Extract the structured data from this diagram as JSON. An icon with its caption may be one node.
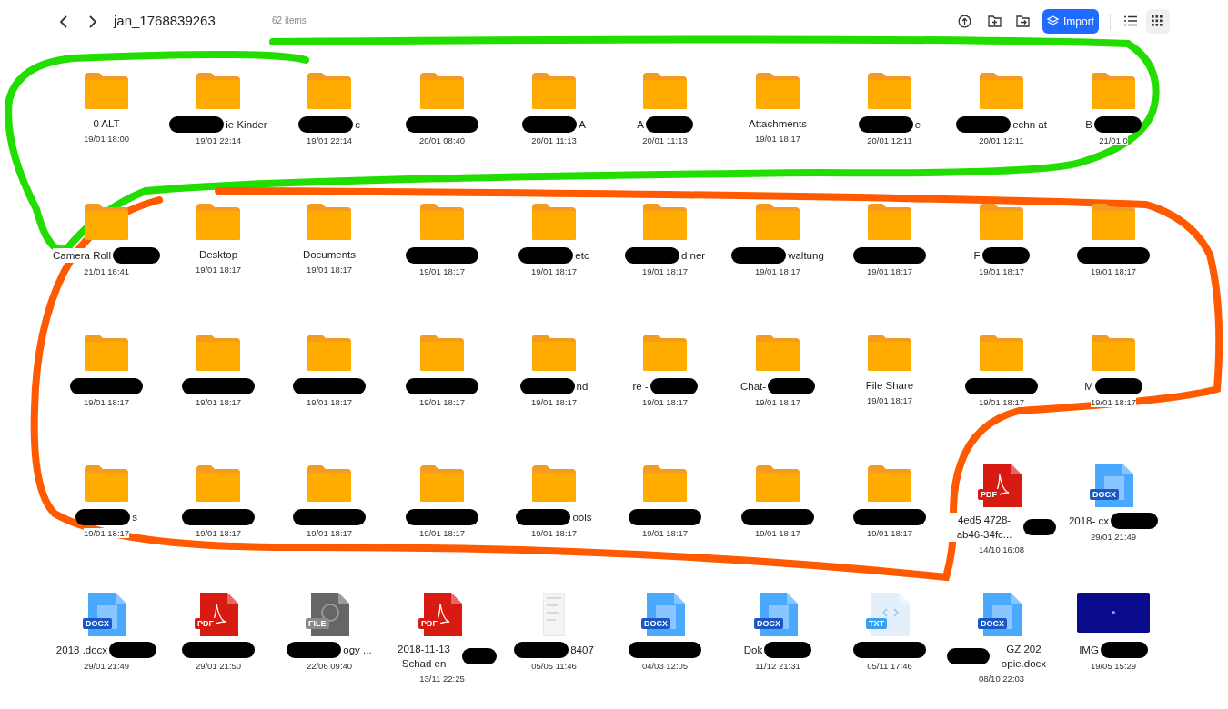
{
  "diagram": {
    "title": "jan_1768839263",
    "labels": [
      "62 items",
      "Import"
    ],
    "nodes": [
      {
        "text": [
          "0 ALT",
          "19/01 18:00"
        ]
      },
      {
        "text": [
          "ie Kinder",
          "19/01 22:14"
        ]
      },
      {
        "text": [
          "c",
          "19/01 22:14"
        ]
      },
      {
        "text": [
          "20/01 08:40"
        ]
      },
      {
        "text": [
          "A",
          "20/01 11:13"
        ]
      },
      {
        "text": [
          "A",
          "20/01 11:13"
        ]
      },
      {
        "text": [
          "Attachments",
          "19/01 18:17"
        ]
      },
      {
        "text": [
          "e",
          "20/01 12:11"
        ]
      },
      {
        "text": [
          "echn at",
          "20/01 12:11"
        ]
      },
      {
        "text": [
          "B",
          "21/01 0"
        ]
      },
      {
        "text": [
          "Camera Roll",
          "21/01 16:41"
        ]
      },
      {
        "text": [
          "Desktop",
          "19/01 18:17"
        ]
      },
      {
        "text": [
          "Documents",
          "19/01 18:17"
        ]
      },
      {
        "text": [
          "19/01 18:17"
        ]
      },
      {
        "text": [
          "etc",
          "19/01 18:17"
        ]
      },
      {
        "text": [
          "d ner",
          "19/01 18:17"
        ]
      },
      {
        "text": [
          "waltung",
          "19/01 18:17"
        ]
      },
      {
        "text": [
          "19/01 18:17"
        ]
      },
      {
        "text": [
          "F",
          "19/01 18:17"
        ]
      },
      {
        "text": [
          "19/01 18:17"
        ]
      },
      {
        "text": [
          "19/01 18:17"
        ]
      },
      {
        "text": [
          "19/01 18:17"
        ]
      },
      {
        "text": [
          "19/01 18:17"
        ]
      },
      {
        "text": [
          "19/01 18:17"
        ]
      },
      {
        "text": [
          "nd",
          "19/01 18:17"
        ]
      },
      {
        "text": [
          "re -",
          "19/01 18:17"
        ]
      },
      {
        "text": [
          "Chat-",
          "19/01 18:17"
        ]
      },
      {
        "text": [
          "File Share",
          "19/01 18:17"
        ]
      },
      {
        "text": [
          "19/01 18:17"
        ]
      },
      {
        "text": [
          "M",
          "19/01 18:17"
        ]
      },
      {
        "text": [
          "s",
          "19/01 18:17"
        ]
      },
      {
        "text": [
          "19/01 18:17"
        ]
      },
      {
        "text": [
          "19/01 18:17"
        ]
      },
      {
        "text": [
          "19/01 18:17"
        ]
      },
      {
        "text": [
          "ools",
          "19/01 18:17"
        ]
      },
      {
        "text": [
          "19/01 18:17"
        ]
      },
      {
        "text": [
          "19/01 18:17"
        ]
      },
      {
        "text": [
          "19/01 18:17"
        ]
      },
      {
        "text": [
          "PDF",
          "4ed5 4728-ab46-34fc...",
          "14/10 16:08"
        ]
      },
      {
        "text": [
          "DOCX",
          "2018- cx",
          "29/01 21:49"
        ]
      },
      {
        "text": [
          "DOCX",
          "2018 .docx",
          "29/01 21:49"
        ]
      },
      {
        "text": [
          "PDF",
          "29/01 21:50"
        ]
      },
      {
        "text": [
          "FILE",
          "ogy ...",
          "22/06 09:40"
        ]
      },
      {
        "text": [
          "PDF",
          "2018-11-13 Schad en",
          "13/11 22:25"
        ]
      },
      {
        "text": [
          "8407",
          "05/05 11:46"
        ]
      },
      {
        "text": [
          "DOCX",
          "04/03 12:05"
        ]
      },
      {
        "text": [
          "DOCX",
          "Dok",
          "11/12 21:31"
        ]
      },
      {
        "text": [
          "TXT",
          "05/11 17:46"
        ]
      },
      {
        "text": [
          "DOCX",
          "GZ 202 opie.docx",
          "08/10 22:03"
        ]
      },
      {
        "text": [
          "IMG",
          "19/05 15:29"
        ]
      }
    ]
  }
}
